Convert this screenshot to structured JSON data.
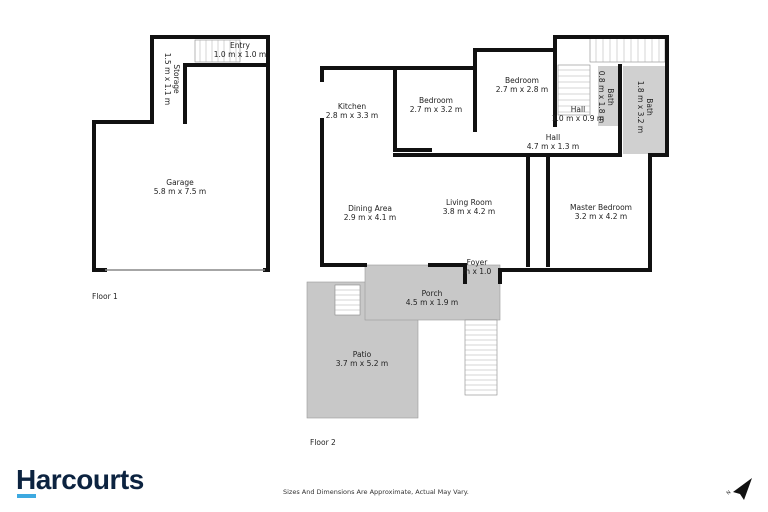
{
  "brand": {
    "name": "Harcourts",
    "accent": "#3da9e0",
    "text_color": "#0c2340"
  },
  "disclaimer": "Sizes And Dimensions Are Approximate, Actual May Vary.",
  "compass": {
    "label": "N",
    "icon": "north-arrow-icon"
  },
  "floors": [
    {
      "label": "Floor 1",
      "rooms": [
        {
          "name": "Entry",
          "size": "1.0 m x 1.0 m"
        },
        {
          "name": "Storage",
          "size": "1.5 m x 1.1 m"
        },
        {
          "name": "Garage",
          "size": "5.8 m x 7.5 m"
        }
      ]
    },
    {
      "label": "Floor 2",
      "rooms": [
        {
          "name": "Kitchen",
          "size": "2.8 m x 3.3 m"
        },
        {
          "name": "Bedroom",
          "size": "2.7 m x 3.2 m"
        },
        {
          "name": "Bedroom",
          "size": "2.7 m x 2.8 m"
        },
        {
          "name": "Hall",
          "size": "1.0 m x 0.9 m"
        },
        {
          "name": "Bath",
          "size": "0.8 m x 1.8 m"
        },
        {
          "name": "Bath",
          "size": "1.8 m x 3.2 m"
        },
        {
          "name": "Hall",
          "size": "4.7 m x 1.3 m"
        },
        {
          "name": "Dining Area",
          "size": "2.9 m x 4.1 m"
        },
        {
          "name": "Living Room",
          "size": "3.8 m x 4.2 m"
        },
        {
          "name": "Master Bedroom",
          "size": "3.2 m x 4.2 m"
        },
        {
          "name": "Foyer",
          "size": "m x 1.0"
        },
        {
          "name": "Porch",
          "size": "4.5 m x 1.9 m"
        },
        {
          "name": "Patio",
          "size": "3.7 m x 5.2 m"
        }
      ]
    }
  ]
}
